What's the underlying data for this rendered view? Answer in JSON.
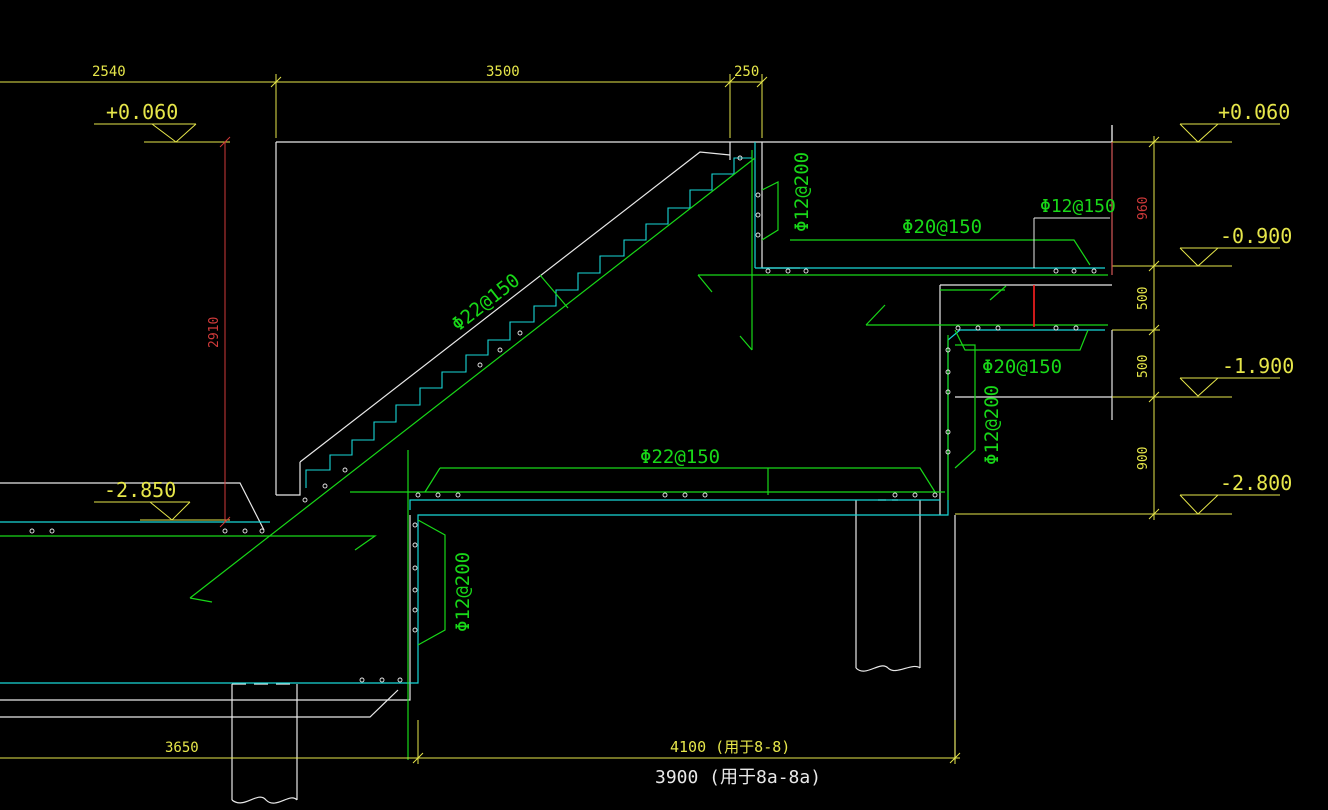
{
  "colors": {
    "background": "#000000",
    "concrete_outline": "#e8e8e8",
    "rebar": "#18d818",
    "cover_line": "#18d8d8",
    "dimension": "#e6e64a",
    "dimension_vertical_red": "#d03a3a",
    "accent_red": "#ff2020"
  },
  "dimensions": {
    "top": [
      "2540",
      "3500",
      "250"
    ],
    "vertical_left": "2910",
    "vertical_right": [
      "960",
      "500",
      "500",
      "900"
    ],
    "bottom_left": "3650",
    "bottom_main_upper": "4100 (用于8-8)",
    "bottom_main_lower": "3900 (用于8a-8a)"
  },
  "elevations": {
    "left_top": "+0.060",
    "left_bottom": "-2.850",
    "right": [
      "+0.060",
      "-0.900",
      "-1.900",
      "-2.800"
    ]
  },
  "rebar_labels": {
    "stair": "Φ22@150",
    "upper_wall": "Φ12@200",
    "upper_slab": "Φ20@150",
    "upper_slab_end": "Φ12@150",
    "mid_slab": "Φ20@150",
    "right_wall": "Φ12@200",
    "bottom_slab": "Φ22@150",
    "lower_wall": "Φ12@200"
  }
}
